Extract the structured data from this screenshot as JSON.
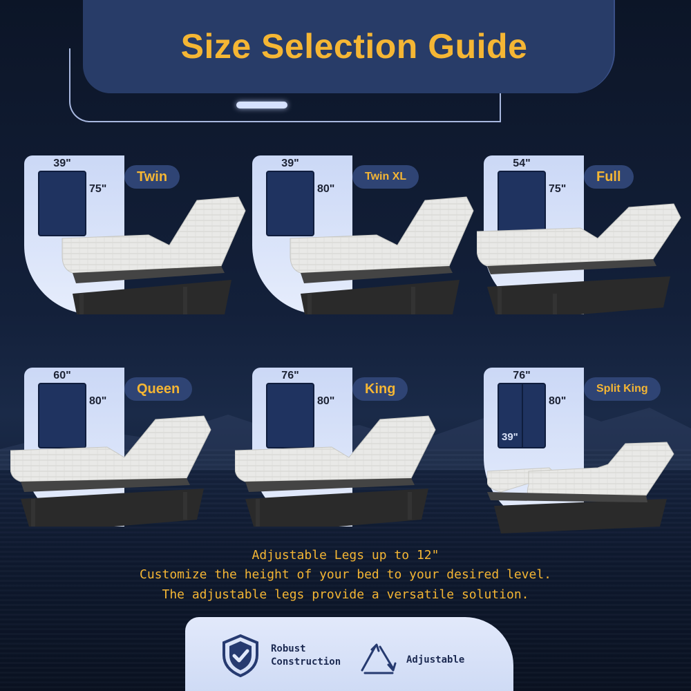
{
  "title": "Size Selection Guide",
  "cards": [
    {
      "name": "Twin",
      "width": "39\"",
      "length": "75\""
    },
    {
      "name": "Twin XL",
      "width": "39\"",
      "length": "80\""
    },
    {
      "name": "Full",
      "width": "54\"",
      "length": "75\""
    },
    {
      "name": "Queen",
      "width": "60\"",
      "length": "80\""
    },
    {
      "name": "King",
      "width": "76\"",
      "length": "80\""
    },
    {
      "name": "Split King",
      "width": "76\"",
      "length": "80\"",
      "half_width": "39\""
    }
  ],
  "caption": {
    "line1": "Adjustable Legs up to 12\"",
    "line2": "Customize the height of your bed to your desired level.",
    "line3": "The adjustable legs provide a versatile solution."
  },
  "features": {
    "robust_line1": "Robust",
    "robust_line2": "Construction",
    "adjustable": "Adjustable"
  },
  "colors": {
    "accent": "#f5b634",
    "banner": "#283c68",
    "card_panel": "#cbd8f6",
    "dim_box": "#1f3360"
  }
}
